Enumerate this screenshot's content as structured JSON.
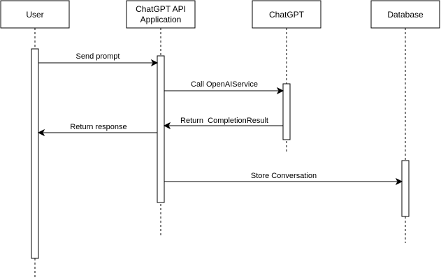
{
  "participants": [
    {
      "id": "user",
      "label_lines": [
        "User"
      ]
    },
    {
      "id": "app",
      "label_lines": [
        "ChatGPT API",
        "Application"
      ]
    },
    {
      "id": "chatgpt",
      "label_lines": [
        "ChatGPT"
      ]
    },
    {
      "id": "database",
      "label_lines": [
        "Database"
      ]
    }
  ],
  "messages": [
    {
      "id": "send-prompt",
      "label": "Send prompt",
      "from": "user",
      "to": "app"
    },
    {
      "id": "call-openai-service",
      "label": "Call OpenAIService",
      "from": "app",
      "to": "chatgpt"
    },
    {
      "id": "return-completion-result",
      "label": "Return  CompletionResult",
      "from": "chatgpt",
      "to": "app"
    },
    {
      "id": "return-response",
      "label": "Return response",
      "from": "app",
      "to": "user"
    },
    {
      "id": "store-conversation",
      "label": "Store Conversation",
      "from": "app",
      "to": "database"
    }
  ],
  "colors": {
    "line": "#000000",
    "background": "#ffffff"
  }
}
